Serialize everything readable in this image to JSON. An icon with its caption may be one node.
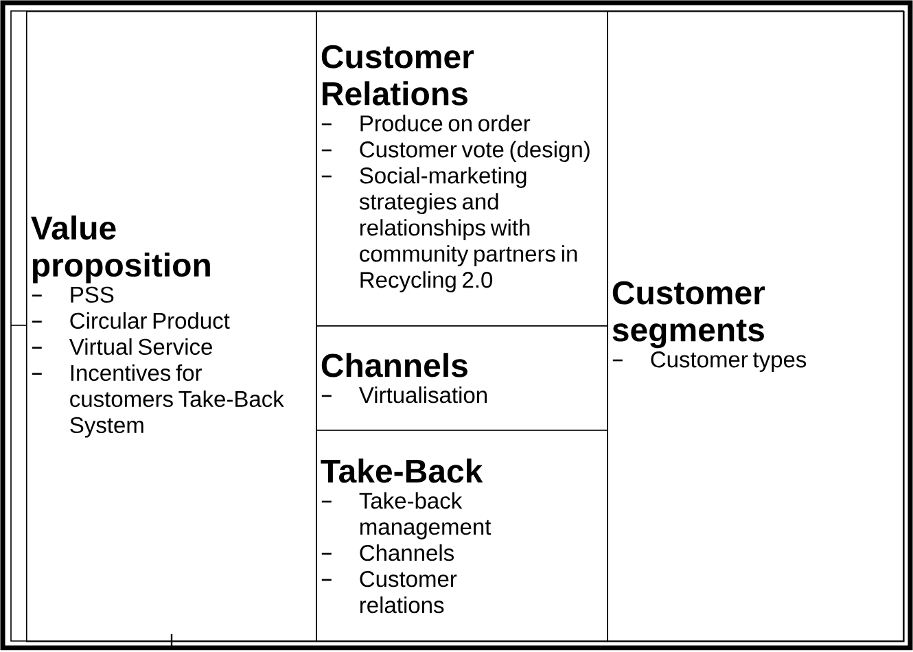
{
  "diagram": {
    "nodes": [
      {
        "text": [
          "Value proposition",
          "PSS",
          "Circular Product",
          "Virtual Service",
          "Incentives for customers Take-Back System"
        ]
      },
      {
        "text": [
          "Customer Relations",
          "Produce on order",
          "Customer vote (design)",
          "Social-marketing strategies and relationships with community partners in Recycling 2.0"
        ]
      },
      {
        "text": [
          "Channels",
          "Virtualisation"
        ]
      },
      {
        "text": [
          "Take-Back",
          "Take-back management",
          "Channels",
          "Customer relations"
        ]
      },
      {
        "text": [
          "Customer segments",
          "Customer types"
        ]
      }
    ]
  }
}
